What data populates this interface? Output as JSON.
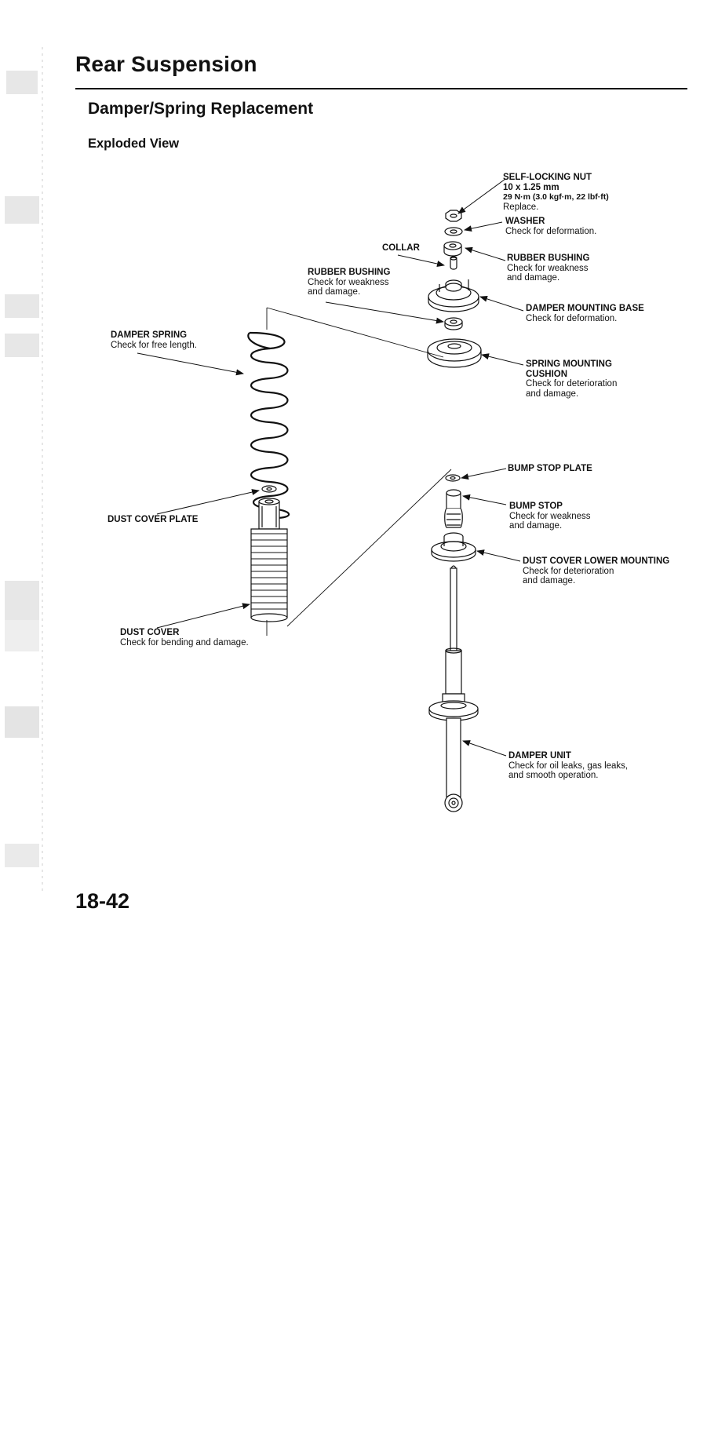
{
  "header": {
    "title": "Rear Suspension",
    "section": "Damper/Spring Replacement",
    "subsection": "Exploded View"
  },
  "labels": {
    "self_locking_nut": {
      "name": "SELF-LOCKING NUT",
      "spec1": "10 x 1.25 mm",
      "spec2": "29 N·m (3.0 kgf·m, 22 lbf·ft)",
      "note": "Replace."
    },
    "washer": {
      "name": "WASHER",
      "note": "Check for deformation."
    },
    "collar": {
      "name": "COLLAR"
    },
    "rubber_bushing_upper": {
      "name": "RUBBER BUSHING",
      "note1": "Check for weakness",
      "note2": "and damage."
    },
    "rubber_bushing_lower": {
      "name": "RUBBER BUSHING",
      "note1": "Check for weakness",
      "note2": "and damage."
    },
    "damper_mounting_base": {
      "name": "DAMPER MOUNTING BASE",
      "note": "Check for deformation."
    },
    "damper_spring": {
      "name": "DAMPER SPRING",
      "note": "Check for free length."
    },
    "spring_mounting_cushion": {
      "name1": "SPRING MOUNTING",
      "name2": "CUSHION",
      "note1": "Check for deterioration",
      "note2": "and damage."
    },
    "bump_stop_plate": {
      "name": "BUMP STOP PLATE"
    },
    "dust_cover_plate": {
      "name": "DUST COVER PLATE"
    },
    "bump_stop": {
      "name": "BUMP STOP",
      "note1": "Check for weakness",
      "note2": "and damage."
    },
    "dust_cover_lower_mounting": {
      "name": "DUST COVER LOWER MOUNTING",
      "note1": "Check for deterioration",
      "note2": "and damage."
    },
    "dust_cover": {
      "name": "DUST COVER",
      "note": "Check for bending and damage."
    },
    "damper_unit": {
      "name": "DAMPER UNIT",
      "note1": "Check for oil leaks, gas leaks,",
      "note2": "and smooth operation."
    }
  },
  "footer": {
    "page_number": "18-42"
  }
}
